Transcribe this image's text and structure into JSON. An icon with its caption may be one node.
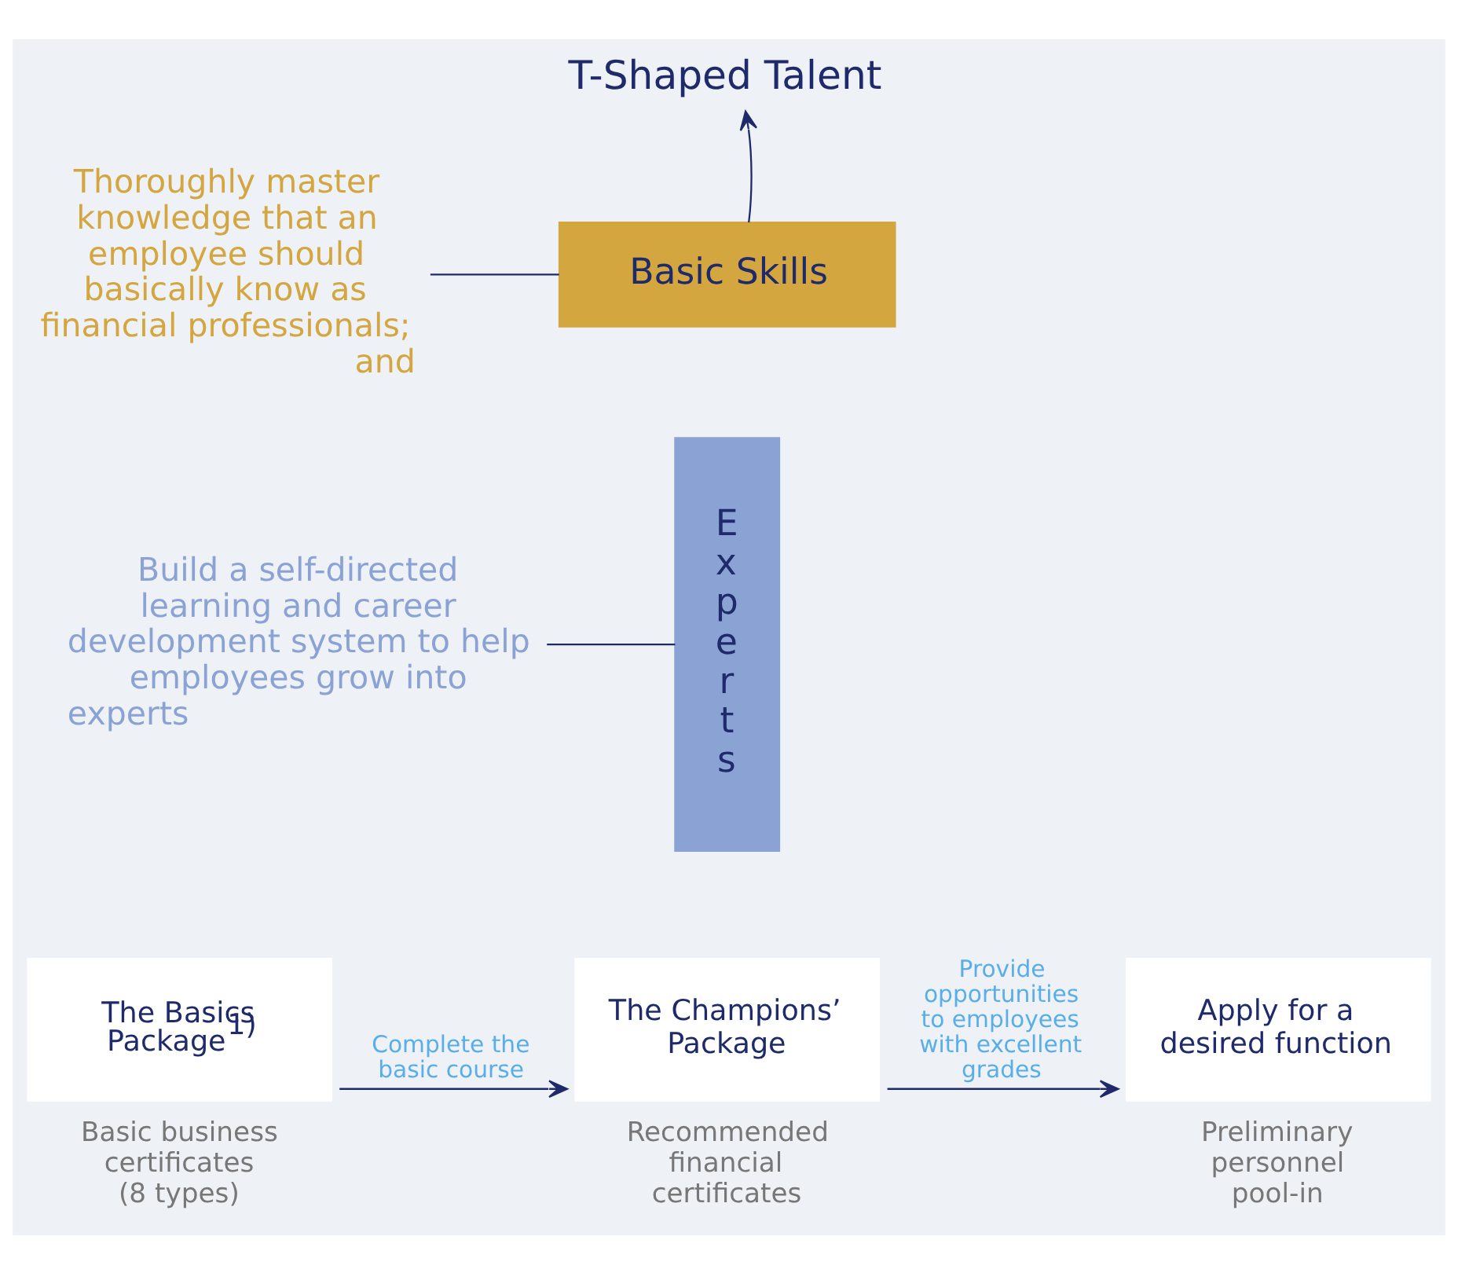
{
  "diagram": {
    "nodes": [
      {
        "text": [
          "T-Shaped Talent"
        ]
      },
      {
        "text": [
          "Basic Skills"
        ]
      },
      {
        "text": [
          "Experts"
        ]
      },
      {
        "text": [
          "Thoroughly master knowledge that an employee should basically know as financial professionals; and"
        ]
      },
      {
        "text": [
          "Build a self-directed learning and career development system to help employees grow into experts"
        ]
      },
      {
        "text": [
          "The Basics Package$^{1)}$"
        ],
        "beside": [
          "Basic business certificates (8 types)"
        ]
      },
      {
        "text": [
          "The Champions’ Package"
        ],
        "beside": [
          "Recommended financial certificates"
        ]
      },
      {
        "text": [
          "Apply for a desired function"
        ],
        "beside": [
          "Preliminary personnel pool-in"
        ]
      }
    ],
    "edges": [
      {
        "from": 1,
        "to": 0,
        "arrow": "to"
      },
      {
        "from": 3,
        "to": 1,
        "arrow": "none"
      },
      {
        "from": 4,
        "to": 2,
        "arrow": "none"
      },
      {
        "from": 5,
        "to": 6,
        "arrow": "to",
        "label": "Complete the basic course"
      },
      {
        "from": 6,
        "to": 7,
        "arrow": "to",
        "label": "Provide opportunities to employees with excellent grades"
      }
    ]
  }
}
